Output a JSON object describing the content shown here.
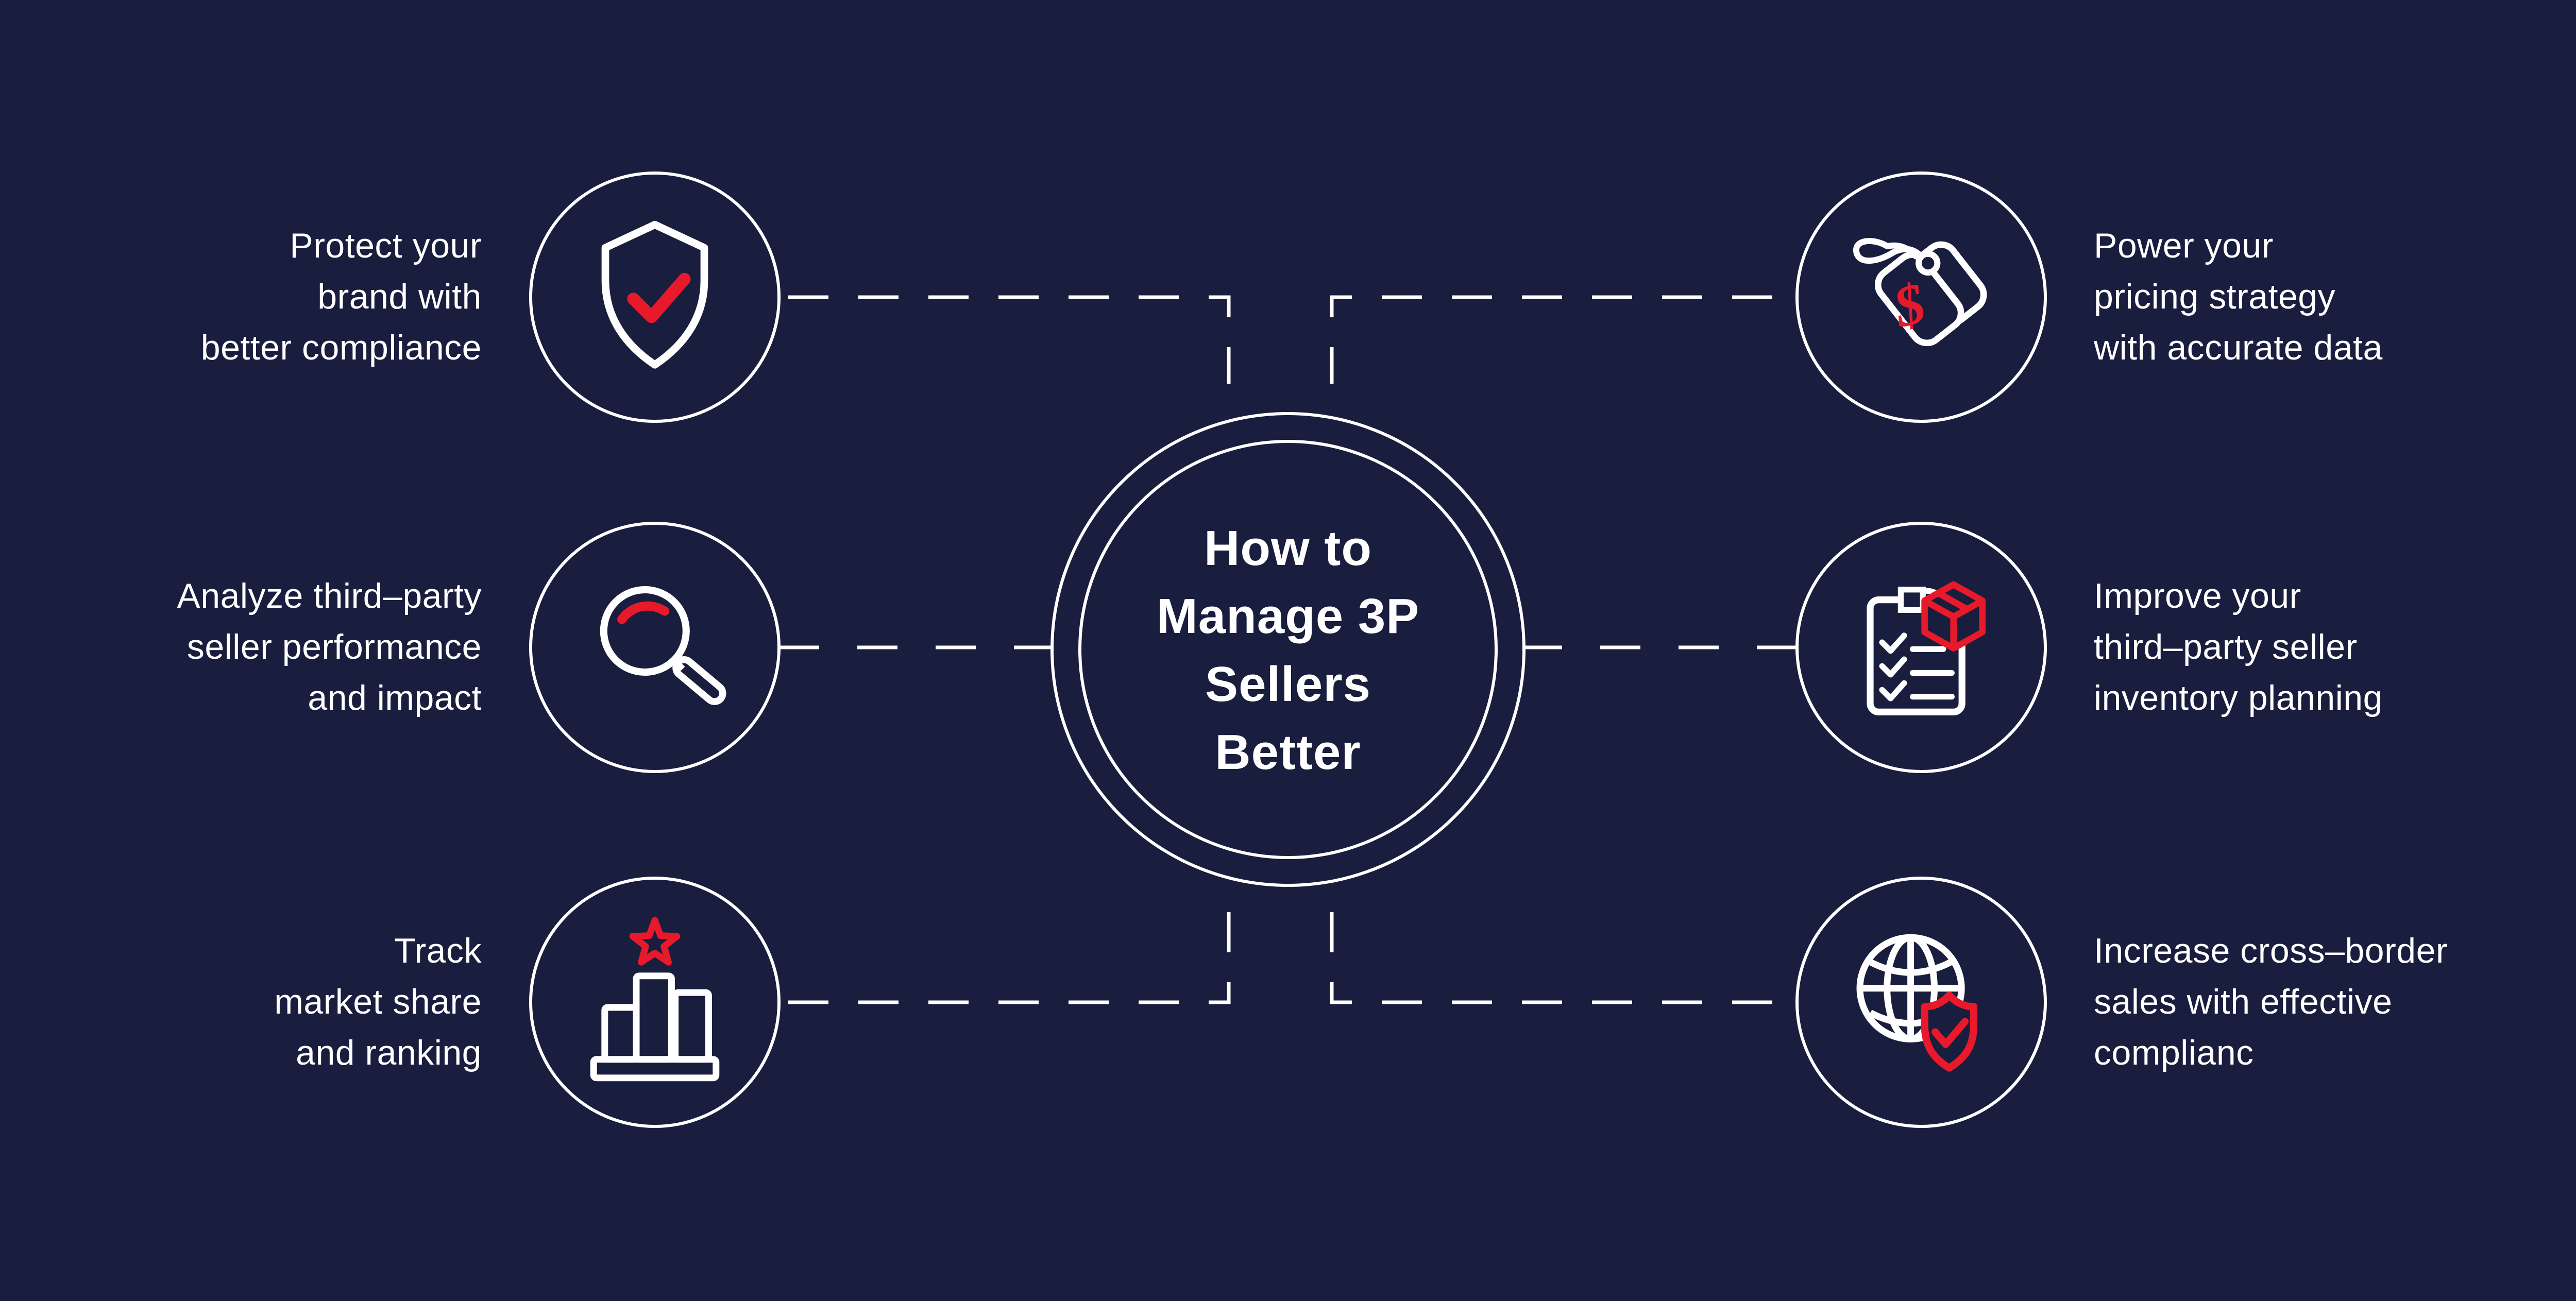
{
  "title": "How to Manage 3P Sellers Better",
  "colors": {
    "background": "#191D3E",
    "line": "#FFFFFF",
    "accent": "#E9192C"
  },
  "center": {
    "lines": [
      "How to",
      "Manage 3P",
      "Sellers",
      "Better"
    ]
  },
  "items": [
    {
      "position": "left-top",
      "icon": "shield-check-icon",
      "lines": [
        "Protect your",
        "brand with",
        "better compliance"
      ]
    },
    {
      "position": "left-middle",
      "icon": "magnifier-icon",
      "lines": [
        "Analyze third–party",
        "seller performance",
        "and impact"
      ]
    },
    {
      "position": "left-bottom",
      "icon": "podium-star-icon",
      "lines": [
        "Track",
        "market share",
        "and ranking"
      ]
    },
    {
      "position": "right-top",
      "icon": "price-tags-icon",
      "lines": [
        "Power your",
        "pricing strategy",
        "with accurate data"
      ]
    },
    {
      "position": "right-middle",
      "icon": "clipboard-box-icon",
      "lines": [
        "Improve your",
        "third–party seller",
        "inventory planning"
      ]
    },
    {
      "position": "right-bottom",
      "icon": "globe-shield-icon",
      "lines": [
        "Increase cross–border",
        "sales with effective",
        "complianc"
      ]
    }
  ]
}
